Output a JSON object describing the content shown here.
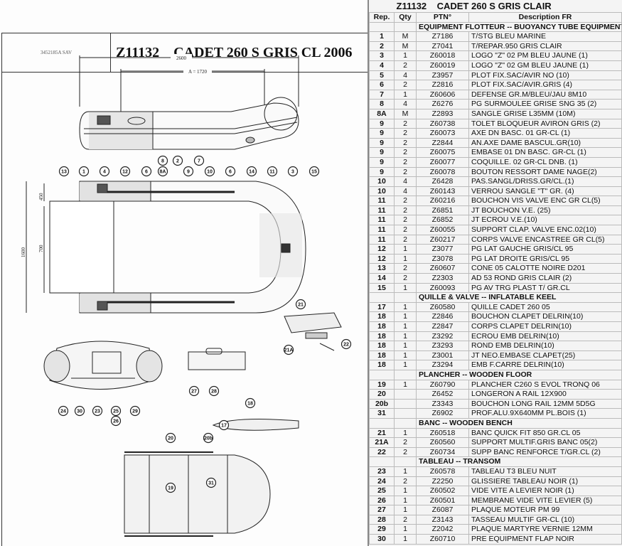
{
  "left_header": {
    "doc_code": "3452185A SAV",
    "title": "Z11132    CADET 260 S GRIS CL 2006"
  },
  "dimensions": {
    "length": "2600",
    "a": "A = 1720",
    "width_inner": "450",
    "width_total": "1600",
    "floor": "700"
  },
  "callouts": [
    "13",
    "1",
    "4",
    "12",
    "6",
    "8A",
    "9",
    "10",
    "6",
    "14",
    "11",
    "3",
    "15",
    "8",
    "2",
    "7",
    "21",
    "21A",
    "22",
    "24",
    "30",
    "23",
    "25",
    "26",
    "29",
    "27",
    "28",
    "18",
    "17",
    "20",
    "20b",
    "19",
    "31"
  ],
  "table": {
    "title": "Z11132    CADET 260 S GRIS CLAIR",
    "headers": {
      "rep": "Rep.",
      "qty": "Qty",
      "ptn": "PTN°",
      "desc": "Description FR"
    },
    "sections": [
      {
        "title": "EQUIPMENT FLOTTEUR -- BUOYANCY TUBE  EQUIPMENT",
        "rows": [
          [
            "1",
            "M",
            "Z7186",
            "T/STG BLEU MARINE"
          ],
          [
            "2",
            "M",
            "Z7041",
            "T/REPAR.950 GRIS CLAIR"
          ],
          [
            "3",
            "1",
            "Z60018",
            "LOGO \"Z\" 02 PM BLEU JAUNE (1)"
          ],
          [
            "4",
            "2",
            "Z60019",
            "LOGO \"Z\" 02 GM BLEU JAUNE (1)"
          ],
          [
            "5",
            "4",
            "Z3957",
            "PLOT FIX.SAC/AVIR NO (10)"
          ],
          [
            "6",
            "2",
            "Z2816",
            "PLOT FIX.SAC/AVIR.GRIS  (4)"
          ],
          [
            "7",
            "1",
            "Z60606",
            "DEFENSE GR.M/BLEU/JAU 8M10"
          ],
          [
            "8",
            "4",
            "Z6276",
            "PG SURMOULEE GRISE SNG 35 (2)"
          ],
          [
            "8A",
            "M",
            "Z2893",
            "SANGLE GRISE L35MM  (10M)"
          ],
          [
            "9",
            "2",
            "Z60738",
            "TOLET BLOQUEUR AVIRON GRIS (2)"
          ],
          [
            "9",
            "2",
            "Z60073",
            "AXE DN BASC. 01 GR-CL (1)"
          ],
          [
            "9",
            "2",
            "Z2844",
            "AN.AXE DAME BASCUL.GR(10)"
          ],
          [
            "9",
            "2",
            "Z60075",
            "EMBASE 01 DN BASC. GR-CL (1)"
          ],
          [
            "9",
            "2",
            "Z60077",
            "COQUILLE. 02 GR-CL DNB.  (1)"
          ],
          [
            "9",
            "2",
            "Z60078",
            "BOUTON RESSORT DAME NAGE(2)"
          ],
          [
            "10",
            "4",
            "Z6428",
            "PAS.SANGL/DRISS.GR/CL.(1)"
          ],
          [
            "10",
            "4",
            "Z60143",
            "VERROU SANGLE \"T\" GR.  (4)"
          ],
          [
            "11",
            "2",
            "Z60216",
            "BOUCHON VIS VALVE ENC GR CL(5)"
          ],
          [
            "11",
            "2",
            "Z6851",
            "JT BOUCHON V.E. (25)"
          ],
          [
            "11",
            "2",
            "Z6852",
            "JT ECROU V.E.(10)"
          ],
          [
            "11",
            "2",
            "Z60055",
            "SUPPORT CLAP. VALVE ENC.02(10)"
          ],
          [
            "11",
            "2",
            "Z60217",
            "CORPS VALVE ENCASTREE GR CL(5)"
          ],
          [
            "12",
            "1",
            "Z3077",
            "PG LAT GAUCHE GRIS/CL  95"
          ],
          [
            "12",
            "1",
            "Z3078",
            "PG LAT DROITE GRIS/CL  95"
          ],
          [
            "13",
            "2",
            "Z60607",
            "CONE 05 CALOTTE NOIRE D201"
          ],
          [
            "14",
            "2",
            "Z2303",
            "AD 53 ROND GRIS CLAIR (2)"
          ],
          [
            "15",
            "1",
            "Z60093",
            "PG AV TRG PLAST  T/ GR.CL"
          ]
        ]
      },
      {
        "title": "QUILLE & VALVE -- INFLATABLE KEEL",
        "rows": [
          [
            "17",
            "1",
            "Z60580",
            "QUILLE CADET 260 05"
          ],
          [
            "18",
            "1",
            "Z2846",
            "BOUCHON CLAPET DELRIN(10)"
          ],
          [
            "18",
            "1",
            "Z2847",
            "CORPS CLAPET DELRIN(10)"
          ],
          [
            "18",
            "1",
            "Z3292",
            "ECROU EMB DELRIN(10)"
          ],
          [
            "18",
            "1",
            "Z3293",
            "ROND EMB DELRIN(10)"
          ],
          [
            "18",
            "1",
            "Z3001",
            "JT NEO.EMBASE CLAPET(25)"
          ],
          [
            "18",
            "1",
            "Z3294",
            "EMB F.CARRE DELRIN(10)"
          ]
        ]
      },
      {
        "title": "PLANCHER -- WOODEN FLOOR",
        "rows": [
          [
            "19",
            "1",
            "Z60790",
            "PLANCHER C260 S EVOL TRONQ 06"
          ],
          [
            "20",
            "",
            "Z6452",
            "LONGERON A RAIL 12X900"
          ],
          [
            "20b",
            "",
            "Z3343",
            "BOUCHON LONG RAIL 12MM 5D5G"
          ],
          [
            "31",
            "",
            "Z6902",
            "PROF.ALU.9X640MM PL.BOIS (1)"
          ]
        ]
      },
      {
        "title": "BANC -- WOODEN BENCH",
        "rows": [
          [
            "21",
            "1",
            "Z60518",
            "BANC QUICK FIT 850 GR.CL 05"
          ],
          [
            "21A",
            "2",
            "Z60560",
            "SUPPORT MULTIF.GRIS BANC 05(2)"
          ],
          [
            "22",
            "2",
            "Z60734",
            "SUPP BANC RENFORCE T/GR.CL (2)"
          ]
        ]
      },
      {
        "title": "TABLEAU  -- TRANSOM",
        "rows": [
          [
            "23",
            "1",
            "Z60578",
            "TABLEAU T3 BLEU NUIT"
          ],
          [
            "24",
            "2",
            "Z2250",
            "GLISSIERE TABLEAU NOIR (1)"
          ],
          [
            "25",
            "1",
            "Z60502",
            "VIDE VITE A LEVIER NOIR (1)"
          ],
          [
            "26",
            "1",
            "Z60501",
            "MEMBRANE VIDE VITE LEVIER (5)"
          ],
          [
            "27",
            "1",
            "Z6087",
            "PLAQUE MOTEUR PM 99"
          ],
          [
            "28",
            "2",
            "Z3143",
            "TASSEAU MULTIF GR-CL (10)"
          ],
          [
            "29",
            "1",
            "Z2042",
            "PLAQUE MARTYRE VERNIE 12MM"
          ],
          [
            "30",
            "1",
            "Z60710",
            "PRE EQUIPMENT FLAP NOIR"
          ]
        ]
      }
    ]
  }
}
